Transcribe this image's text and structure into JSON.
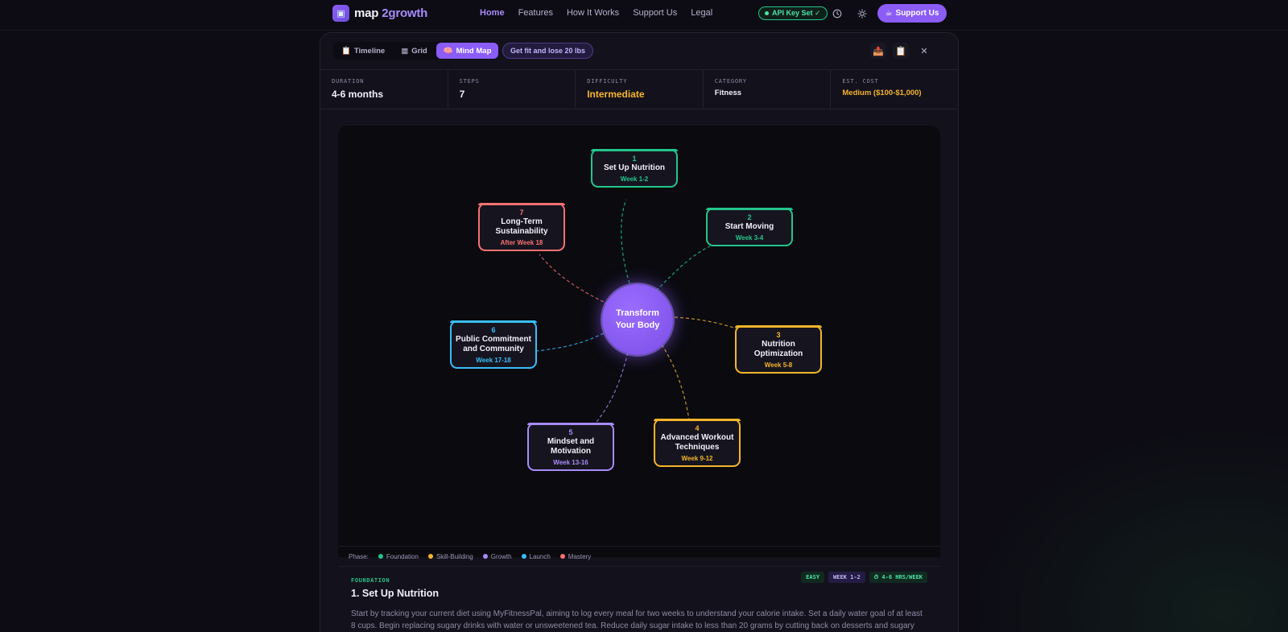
{
  "app": {
    "logo_glyph": "▣",
    "logo_word1": "map",
    "logo_word2": "2growth",
    "nav_links": [
      "Home",
      "Features",
      "How It Works",
      "Support Us",
      "Legal"
    ],
    "api_status": "API Key Set ✓",
    "history_icon": "clock-icon",
    "theme_icon": "sun-icon",
    "support_label": "Support Us",
    "support_glyph": "☕"
  },
  "panel": {
    "view_tabs": [
      {
        "label": "Timeline",
        "glyph": "📋"
      },
      {
        "label": "Grid",
        "glyph": "▦"
      },
      {
        "label": "Mind Map",
        "glyph": "🧠"
      }
    ],
    "goal": "Get fit and lose 20 lbs",
    "share_glyph": "📤",
    "copy_glyph": "📋",
    "close_glyph": "✕"
  },
  "stats": [
    {
      "label": "DURATION",
      "value": "4-6 months"
    },
    {
      "label": "STEPS",
      "value": "7"
    },
    {
      "label": "DIFFICULTY",
      "value": "Intermediate"
    },
    {
      "label": "CATEGORY",
      "value": "Fitness"
    },
    {
      "label": "EST. COST",
      "value": "Medium ($100-$1,000)"
    }
  ],
  "mindmap": {
    "center": "Transform Your Body",
    "nodes": [
      {
        "num": "1",
        "title": "Set Up Nutrition",
        "week": "Week 1-2",
        "color": "#22c58a"
      },
      {
        "num": "2",
        "title": "Start Moving",
        "week": "Week 3-4",
        "color": "#22c58a"
      },
      {
        "num": "3",
        "title": "Nutrition Optimization",
        "week": "Week 5-8",
        "color": "#f5b42a"
      },
      {
        "num": "4",
        "title": "Advanced Workout Techniques",
        "week": "Week 9-12",
        "color": "#f5b42a"
      },
      {
        "num": "5",
        "title": "Mindset and Motivation",
        "week": "Week 13-16",
        "color": "#a78bfa"
      },
      {
        "num": "6",
        "title": "Public Commitment and Community",
        "week": "Week 17-18",
        "color": "#38bdf8"
      },
      {
        "num": "7",
        "title": "Long-Term Sustainability",
        "week": "After Week 18",
        "color": "#f87171"
      }
    ]
  },
  "legend": {
    "label": "Phase:",
    "items": [
      {
        "name": "Foundation",
        "color": "#22c58a"
      },
      {
        "name": "Skill-Building",
        "color": "#f5b42a"
      },
      {
        "name": "Growth",
        "color": "#a78bfa"
      },
      {
        "name": "Launch",
        "color": "#38bdf8"
      },
      {
        "name": "Mastery",
        "color": "#f87171"
      }
    ]
  },
  "detail": {
    "phase": "FOUNDATION",
    "title": "1. Set Up Nutrition",
    "chips": [
      "EASY",
      "WEEK 1-2",
      "⏱ 4-6 HRS/WEEK"
    ],
    "description": "Start by tracking your current diet using MyFitnessPal, aiming to log every meal for two weeks to understand your calorie intake. Set a daily water goal of at least 8 cups. Begin replacing sugary drinks with water or unsweetened tea. Reduce daily sugar intake to less than 20 grams by cutting back on desserts and sugary"
  }
}
